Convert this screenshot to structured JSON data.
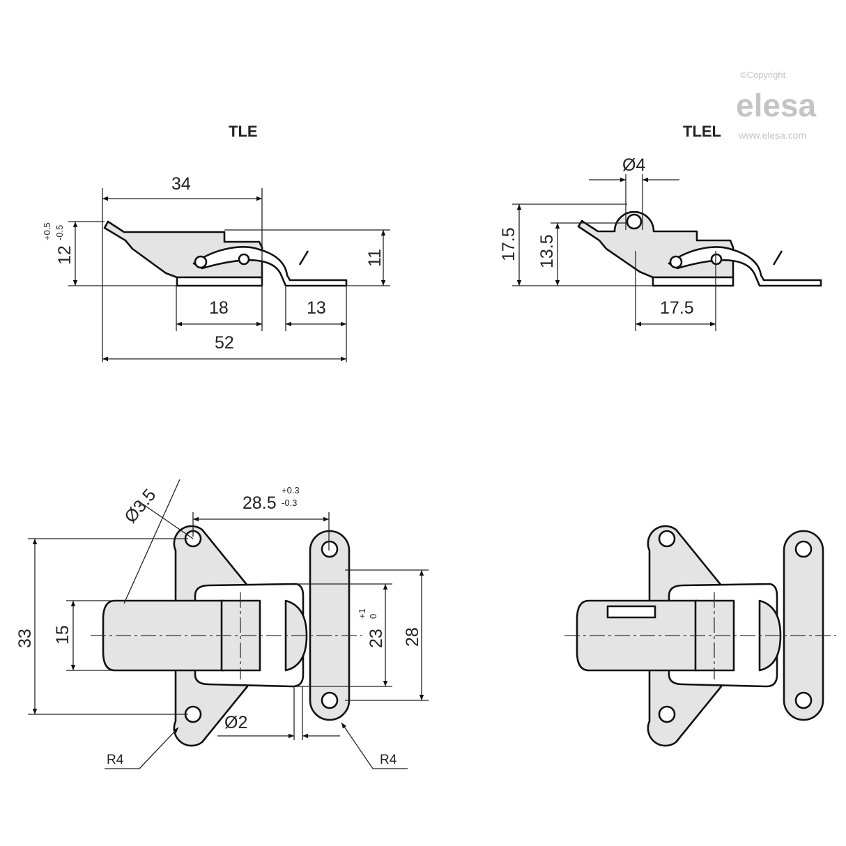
{
  "logo": {
    "copyright": "©Copyright",
    "brand": "elesa",
    "website": "www.elesa.com"
  },
  "views": {
    "tle": {
      "title": "TLE",
      "dims": {
        "length_top": "34",
        "height": "12",
        "height_tol_plus": "+0.5",
        "height_tol_minus": "-0.5",
        "height_right": "11",
        "base_hook": "18",
        "base_catch": "13",
        "overall": "52"
      }
    },
    "tlel": {
      "title": "TLEL",
      "dims": {
        "ring_dia": "Ø4",
        "height_total": "17.5",
        "height_hole": "13.5",
        "base_hook": "17.5"
      }
    },
    "front": {
      "dims": {
        "hole_dia": "Ø3.5",
        "pitch": "28.5",
        "pitch_tol_plus": "+0.3",
        "pitch_tol_minus": "-0.3",
        "base_height": "33",
        "lever_width": "15",
        "loop_width": "23",
        "loop_tol_plus": "+1",
        "loop_tol_minus": "0",
        "catch_height": "28",
        "wire_dia": "Ø2",
        "radius_left": "R4",
        "radius_right": "R4"
      }
    }
  }
}
